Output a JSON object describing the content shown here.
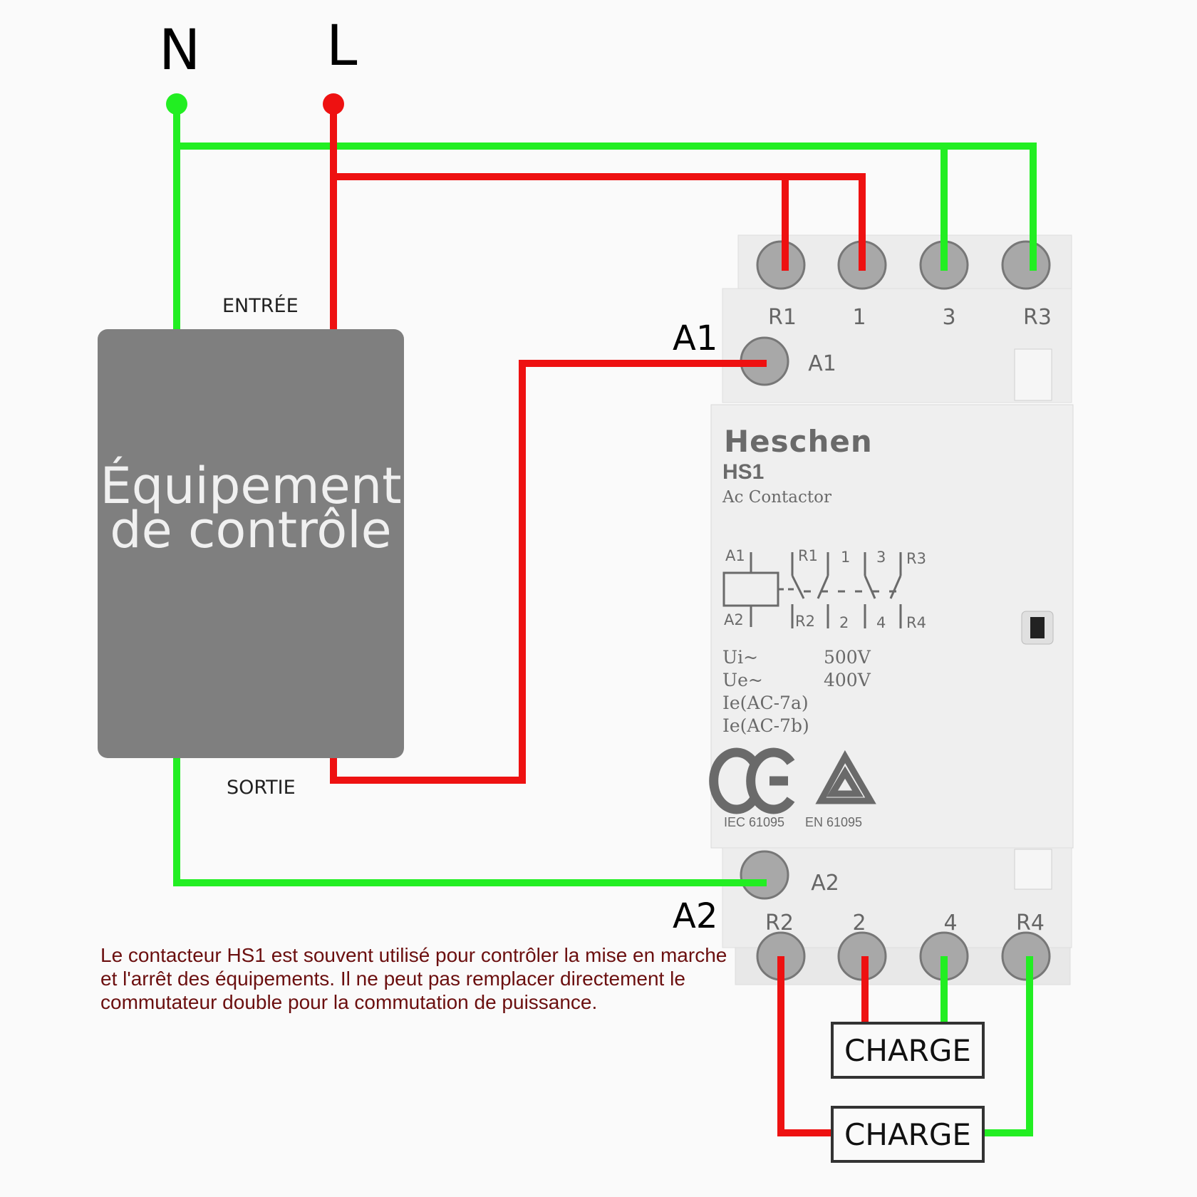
{
  "supply": {
    "neutral": "N",
    "line": "L"
  },
  "equipment": {
    "title_line1": "Équipement",
    "title_line2": "de contrôle",
    "input_label": "ENTRÉE",
    "output_label": "SORTIE"
  },
  "coil": {
    "a1_label": "A1",
    "a2_label": "A2"
  },
  "contactor": {
    "brand": "Heschen",
    "model": "HS1",
    "type": "Ac Contactor",
    "top_terminals": [
      "R1",
      "1",
      "3",
      "R3"
    ],
    "bottom_terminals": [
      "R2",
      "2",
      "4",
      "R4"
    ],
    "coil_terminal_top": "A1",
    "coil_terminal_bottom": "A2",
    "schematic": {
      "a1": "A1",
      "a2": "A2",
      "r1": "R1",
      "r2": "R2",
      "c1": "1",
      "c2": "2",
      "c3": "3",
      "c4": "4",
      "r3": "R3",
      "r4": "R4"
    },
    "specs": [
      {
        "name": "Ui~",
        "value": "500V"
      },
      {
        "name": "Ue~",
        "value": "400V"
      },
      {
        "name": "Ie(AC-7a)",
        "value": ""
      },
      {
        "name": "Ie(AC-7b)",
        "value": ""
      }
    ],
    "cert_1": "IEC 61095",
    "cert_2": "EN 61095"
  },
  "loads": {
    "load_1": "CHARGE",
    "load_2": "CHARGE"
  },
  "note": "Le contacteur HS1 est souvent utilisé pour contrôler la mise en marche et l'arrêt des équipements. Il ne peut pas remplacer directement le commutateur double pour la commutation de puissance.",
  "colors": {
    "neutral_wire": "#22ee22",
    "line_wire": "#ee1111",
    "equipment_fill": "#7f7f7f",
    "note_text": "#6b0f0f"
  }
}
